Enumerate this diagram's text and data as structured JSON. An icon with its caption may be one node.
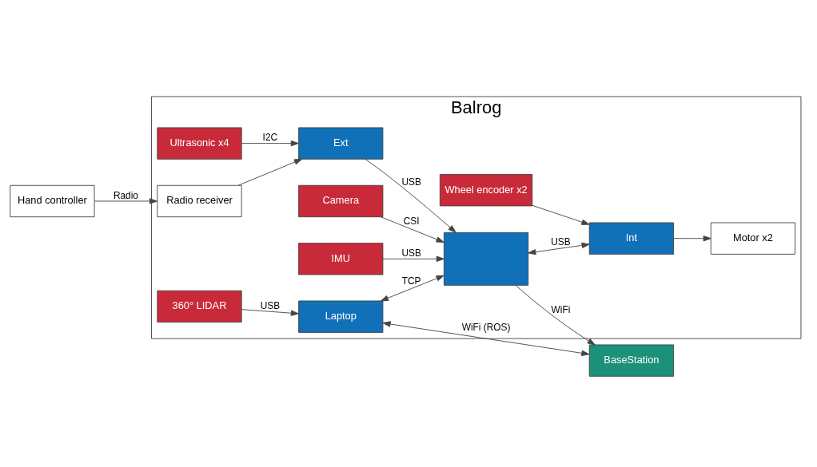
{
  "diagram": {
    "nodes": [
      {
        "text": [
          "Balrog"
        ]
      },
      {
        "text": [
          "BaseStation"
        ]
      },
      {
        "text": [
          "360° LIDAR"
        ],
        "in": 0
      },
      {
        "text": [
          "Laptop"
        ],
        "in": 0
      },
      {
        "text": [
          "Camera"
        ],
        "in": 0
      },
      {
        "text": [],
        "shape": "box",
        "in": 0
      },
      {
        "text": [
          "IMU"
        ],
        "in": 0
      },
      {
        "text": [
          "Ultrasonic x4"
        ],
        "in": 0
      },
      {
        "text": [
          "Ext"
        ],
        "in": 0
      },
      {
        "text": [
          "Int"
        ],
        "in": 0
      },
      {
        "text": [
          "Motor x2"
        ],
        "in": 0
      },
      {
        "text": [
          "Radio receiver"
        ],
        "in": 0
      },
      {
        "text": [
          "Wheel encoder x2"
        ],
        "in": 0
      },
      {
        "text": [
          "Hand controller"
        ]
      }
    ],
    "edges": [
      {
        "from": 3,
        "to": 1,
        "arrow": "both",
        "label": "WiFi (ROS)"
      },
      {
        "from": 5,
        "to": 1,
        "arrow": "to",
        "label": "WiFi"
      },
      {
        "from": 2,
        "to": 3,
        "arrow": "to",
        "label": "USB"
      },
      {
        "from": 3,
        "to": 5,
        "arrow": "both",
        "label": "TCP"
      },
      {
        "from": 4,
        "to": 5,
        "arrow": "to",
        "label": "CSI"
      },
      {
        "from": 6,
        "to": 5,
        "arrow": "to",
        "label": "USB"
      },
      {
        "from": 7,
        "to": 8,
        "arrow": "to",
        "label": "I2C"
      },
      {
        "from": 8,
        "to": 5,
        "arrow": "to",
        "label": "USB"
      },
      {
        "from": 5,
        "to": 9,
        "arrow": "both",
        "label": "USB"
      },
      {
        "from": 9,
        "to": 10,
        "arrow": "to"
      },
      {
        "from": 12,
        "to": 9,
        "arrow": "to"
      },
      {
        "from": 11,
        "to": 8,
        "arrow": "to"
      },
      {
        "from": 13,
        "to": 11,
        "arrow": "to",
        "label": "Radio"
      }
    ]
  }
}
